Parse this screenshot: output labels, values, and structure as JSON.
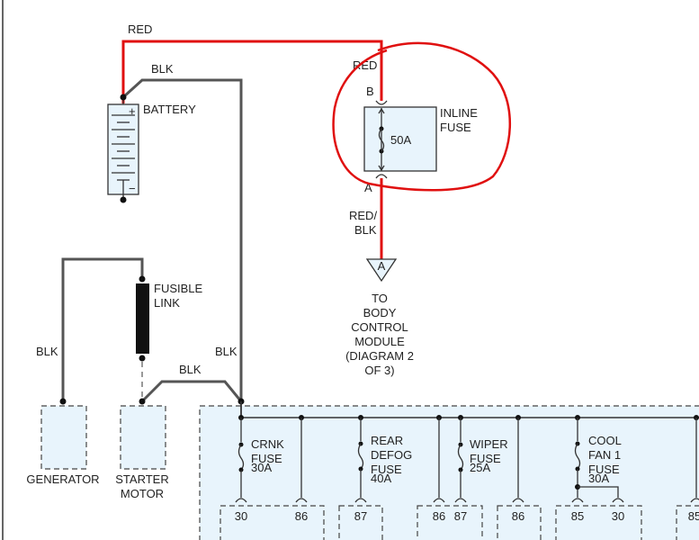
{
  "wires": {
    "red_top": "RED",
    "blk_top": "BLK",
    "red_near_fuse": "RED",
    "red_blk_1": "RED/",
    "red_blk_2": "BLK",
    "blk_left": "BLK",
    "blk_mid": "BLK",
    "blk_starter": "BLK"
  },
  "battery": {
    "label": "BATTERY",
    "plus": "+",
    "minus": "−"
  },
  "inline_fuse": {
    "label_1": "INLINE",
    "label_2": "FUSE",
    "rating": "50A",
    "pin_b": "B",
    "pin_a": "A"
  },
  "connector": {
    "letter": "A",
    "lines": [
      "TO",
      "BODY",
      "CONTROL",
      "MODULE",
      "(DIAGRAM 2",
      "OF 3)"
    ]
  },
  "fusible_link": {
    "label_1": "FUSIBLE",
    "label_2": "LINK"
  },
  "generator": {
    "label": "GENERATOR"
  },
  "starter": {
    "label_1": "STARTER",
    "label_2": "MOTOR"
  },
  "fuses": [
    {
      "lines": [
        "CRNK",
        "FUSE"
      ],
      "rating": "30A"
    },
    {
      "lines": [
        "REAR",
        "DEFOG",
        "FUSE"
      ],
      "rating": "40A"
    },
    {
      "lines": [
        "WIPER",
        "FUSE"
      ],
      "rating": "25A"
    },
    {
      "lines": [
        "COOL",
        "FAN 1",
        "FUSE"
      ],
      "rating": "30A"
    }
  ],
  "pins": [
    "30",
    "86",
    "87",
    "86",
    "87",
    "86",
    "85",
    "30",
    "85"
  ],
  "colors": {
    "annotation": "#e01010",
    "component_fill": "#e8f4fc",
    "wire_black": "#555555"
  }
}
